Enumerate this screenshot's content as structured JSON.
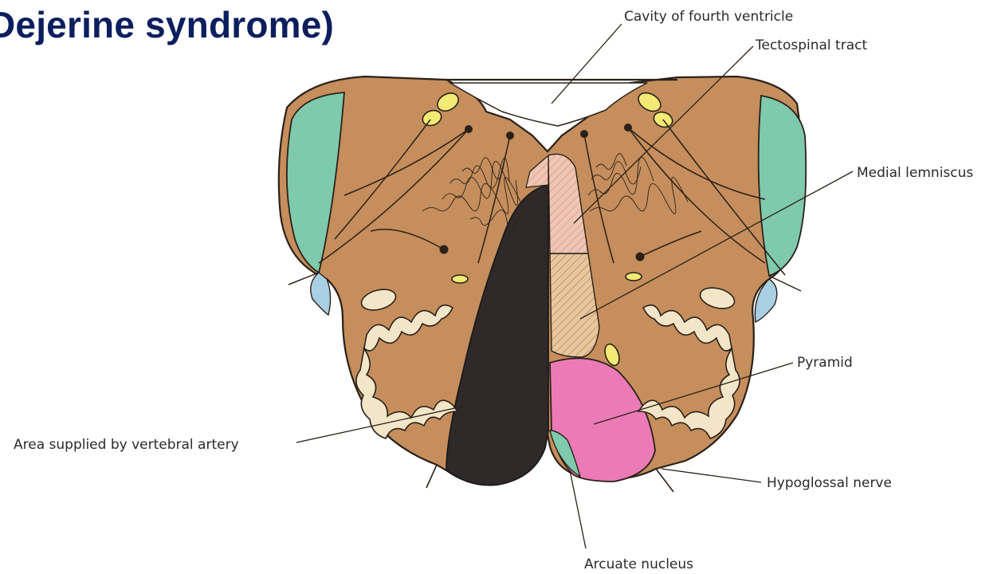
{
  "slide": {
    "title": "Dejerine syndrome)"
  },
  "diagram": {
    "labels": {
      "cavity": "Cavity of fourth ventricle",
      "tectospinal": "Tectospinal tract",
      "medial_lemniscus": "Medial lemniscus",
      "pyramid": "Pyramid",
      "vertebral_area": "Area supplied by vertebral artery",
      "hypoglossal": "Hypoglossal nerve",
      "arcuate": "Arcuate nucleus"
    },
    "colors": {
      "tissue": "#c58e5c",
      "inferior_cerebellar_peduncle": "#7fc9ad",
      "vertebral_territory": "#2f2a29",
      "pyramid": "#ec7ab7",
      "nucleus": "#f3ea75",
      "olive": "#f3e6c8",
      "outline": "#2a2118",
      "text": "#2a2a2a",
      "title": "#0b1e5e"
    }
  }
}
